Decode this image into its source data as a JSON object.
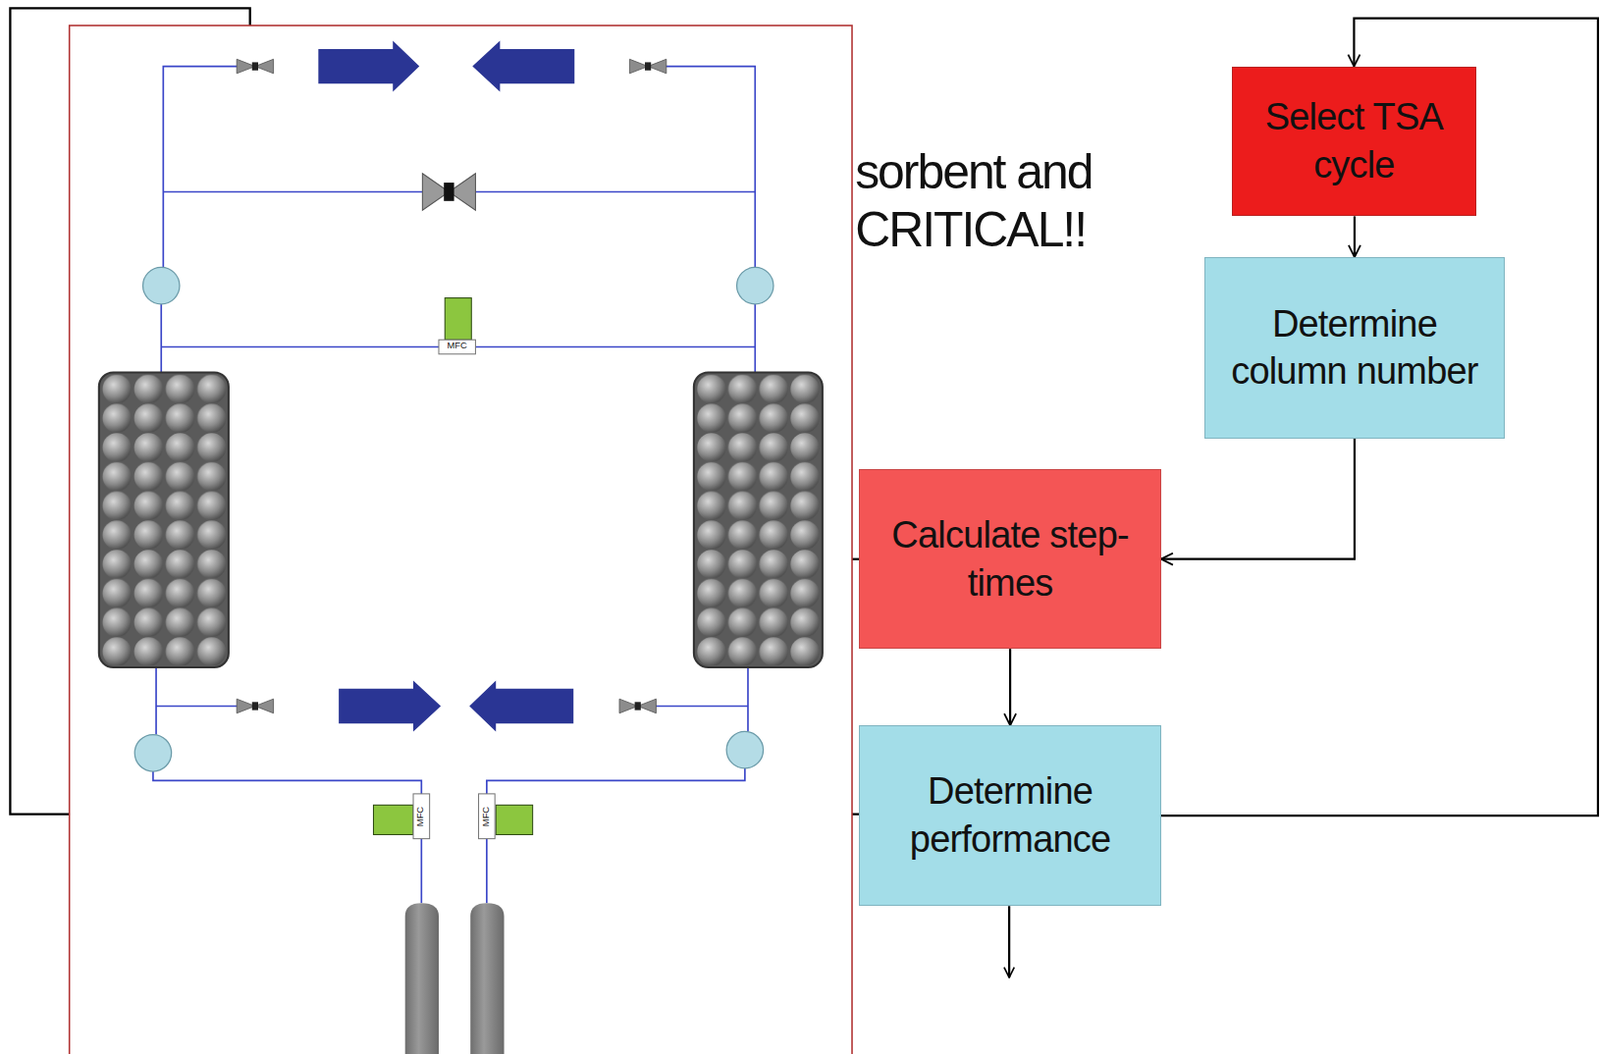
{
  "diagram": {
    "nodes": [
      {
        "text": [
          "Select TSA cycle"
        ]
      },
      {
        "text": [
          "Determine column number"
        ]
      },
      {
        "text": [
          "Calculate step-times"
        ]
      },
      {
        "text": [
          "Determine performance"
        ]
      }
    ],
    "edges": [
      {
        "from": 0,
        "to": 1,
        "arrow": "to"
      },
      {
        "from": 1,
        "to": 2,
        "arrow": "to"
      },
      {
        "from": 2,
        "to": 3,
        "arrow": "to"
      },
      {
        "from": 3,
        "to": 0,
        "arrow": "to"
      }
    ],
    "labels": [
      "sorbent and",
      "CRITICAL!!",
      "MFC",
      "MFC",
      "MFC"
    ]
  }
}
